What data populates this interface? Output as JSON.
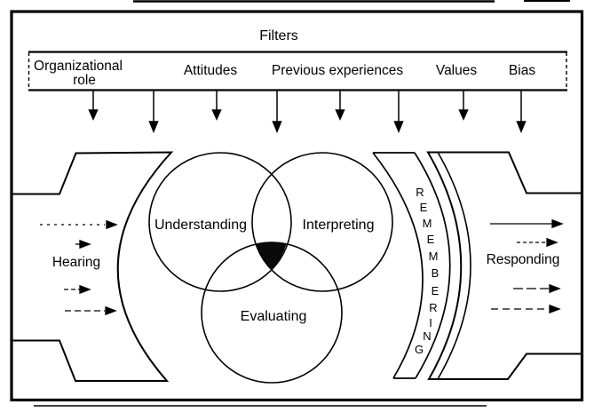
{
  "filters": {
    "title": "Filters",
    "items": [
      {
        "label": "Organizational role",
        "lines": [
          "Organizational",
          "role"
        ]
      },
      {
        "label": "Attitudes"
      },
      {
        "label": "Previous experiences"
      },
      {
        "label": "Values"
      },
      {
        "label": "Bias"
      }
    ]
  },
  "stages": {
    "input": "Hearing",
    "process_circles": [
      "Understanding",
      "Interpreting",
      "Evaluating"
    ],
    "memory_band": "REMEMBERING",
    "output": "Responding"
  },
  "colors": {
    "ink": "#000000",
    "paper": "#ffffff"
  }
}
